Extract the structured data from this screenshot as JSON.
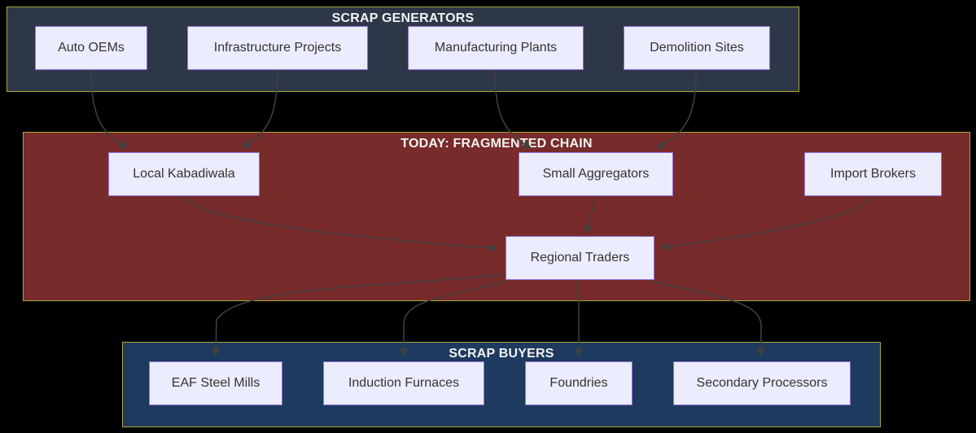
{
  "diagram": {
    "type": "flowchart",
    "background_color": "#000000",
    "edge_color": "#404040",
    "node_style": {
      "fill": "#ECECFF",
      "border": "#9370DB",
      "text_color": "#333333"
    },
    "cluster_border_color": "#AAAA33",
    "clusters": [
      {
        "id": "generators",
        "title": "SCRAP GENERATORS",
        "fill": "#2D3748",
        "nodes": [
          {
            "label": "Auto OEMs"
          },
          {
            "label": "Infrastructure Projects"
          },
          {
            "label": "Manufacturing Plants"
          },
          {
            "label": "Demolition Sites"
          }
        ]
      },
      {
        "id": "fragmented",
        "title": "TODAY: FRAGMENTED CHAIN",
        "fill": "#772B2B",
        "nodes": [
          {
            "label": "Local Kabadiwala"
          },
          {
            "label": "Small Aggregators"
          },
          {
            "label": "Import Brokers"
          },
          {
            "label": "Regional Traders"
          }
        ]
      },
      {
        "id": "buyers",
        "title": "SCRAP BUYERS",
        "fill": "#1E3A5F",
        "nodes": [
          {
            "label": "EAF Steel Mills"
          },
          {
            "label": "Induction Furnaces"
          },
          {
            "label": "Foundries"
          },
          {
            "label": "Secondary Processors"
          }
        ]
      }
    ],
    "edges": [
      {
        "from": "Auto OEMs",
        "to": "Local Kabadiwala"
      },
      {
        "from": "Infrastructure Projects",
        "to": "Local Kabadiwala"
      },
      {
        "from": "Manufacturing Plants",
        "to": "Small Aggregators"
      },
      {
        "from": "Demolition Sites",
        "to": "Small Aggregators"
      },
      {
        "from": "Local Kabadiwala",
        "to": "Regional Traders"
      },
      {
        "from": "Small Aggregators",
        "to": "Regional Traders"
      },
      {
        "from": "Import Brokers",
        "to": "Regional Traders"
      },
      {
        "from": "Regional Traders",
        "to": "EAF Steel Mills"
      },
      {
        "from": "Regional Traders",
        "to": "Induction Furnaces"
      },
      {
        "from": "Regional Traders",
        "to": "Foundries"
      },
      {
        "from": "Regional Traders",
        "to": "Secondary Processors"
      }
    ]
  }
}
